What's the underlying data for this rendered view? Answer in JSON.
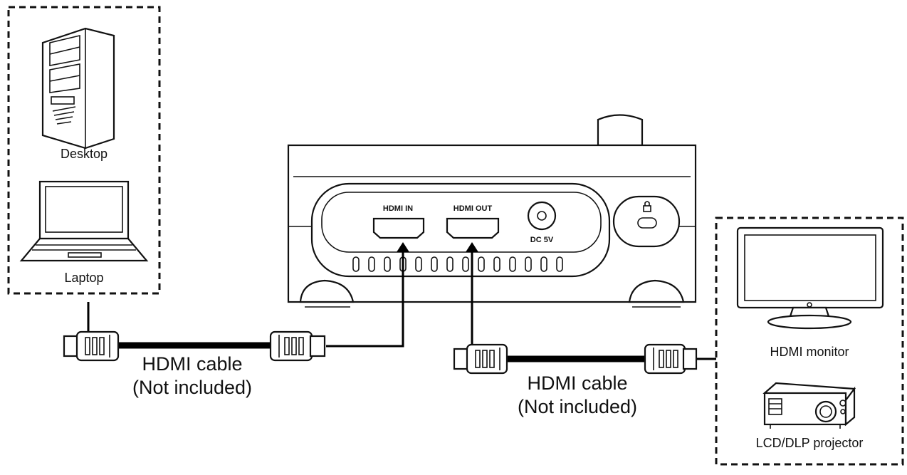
{
  "source_group": {
    "desktop_label": "Desktop",
    "laptop_label": "Laptop"
  },
  "device": {
    "hdmi_in_label": "HDMI IN",
    "hdmi_out_label": "HDMI OUT",
    "dc_label": "DC 5V"
  },
  "cable_in": {
    "line1": "HDMI cable",
    "line2": "(Not included)"
  },
  "cable_out": {
    "line1": "HDMI cable",
    "line2": "(Not included)"
  },
  "display_group": {
    "monitor_label": "HDMI monitor",
    "projector_label": "LCD/DLP projector"
  }
}
